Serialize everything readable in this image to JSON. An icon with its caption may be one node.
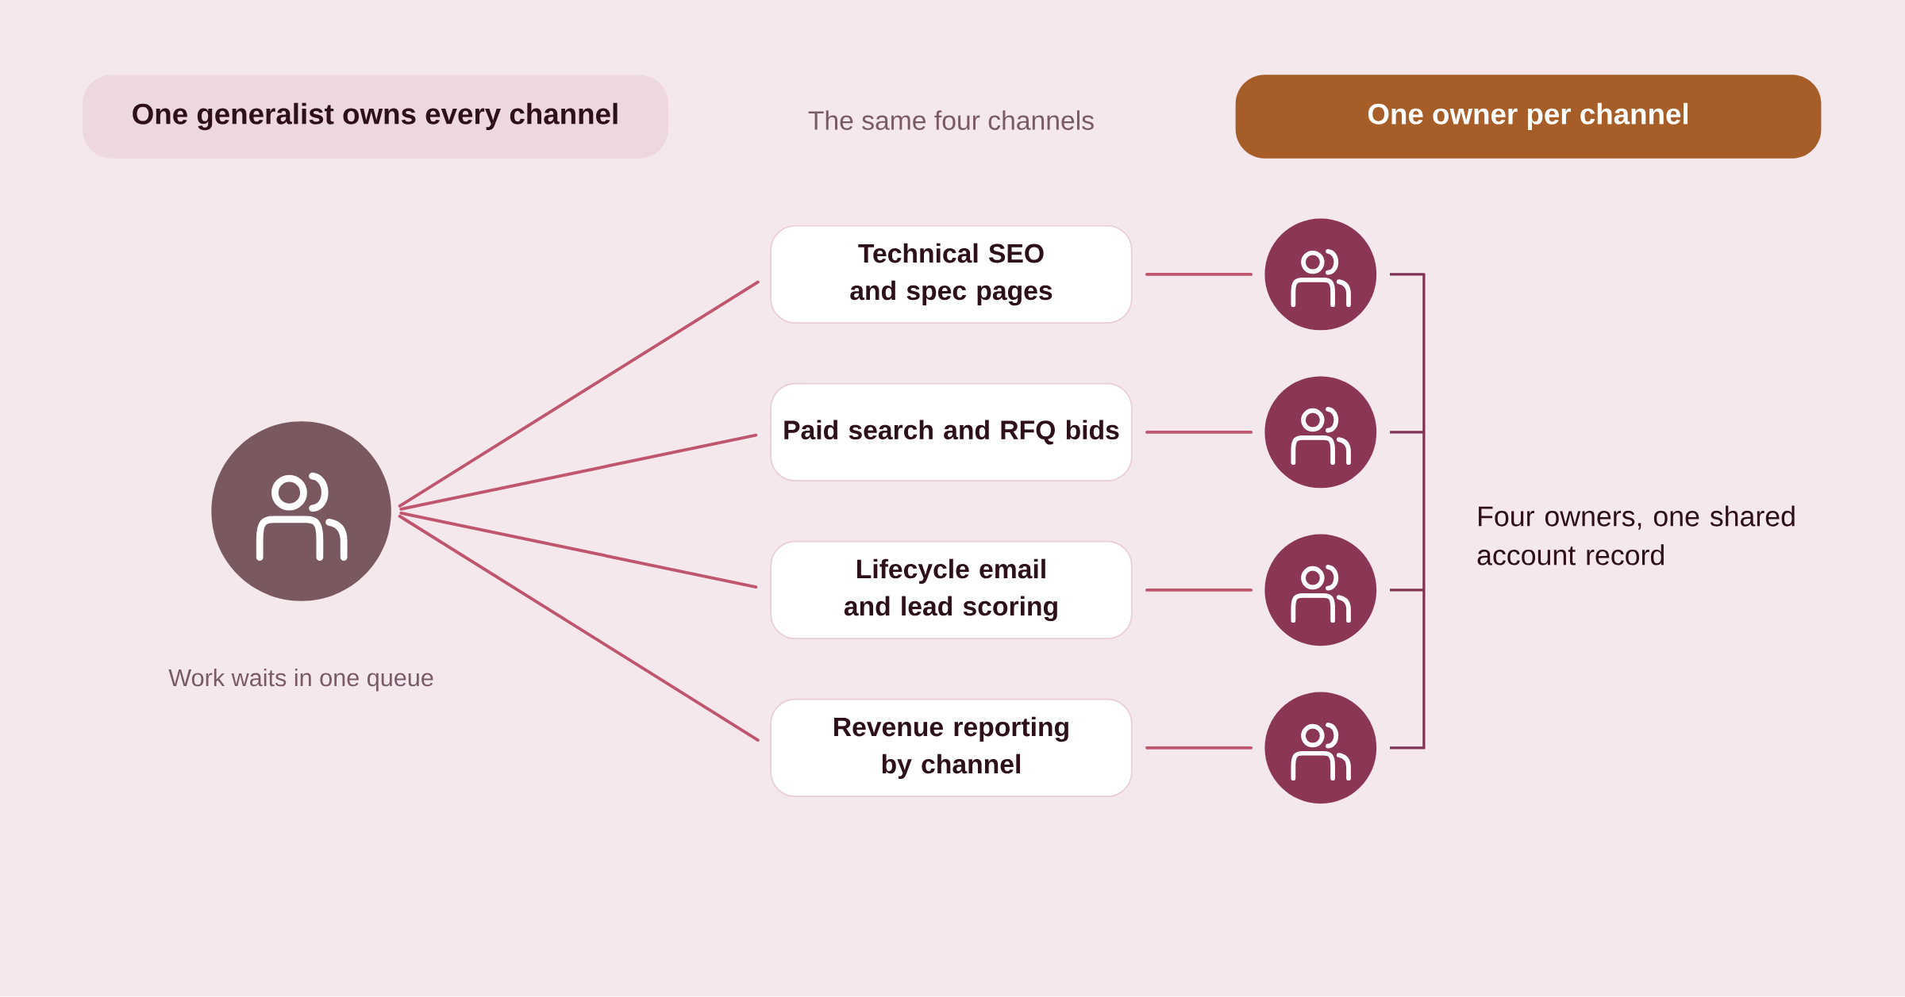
{
  "diagram": {
    "nodes": [
      {
        "text": [
          "One generalist owns every channel"
        ]
      },
      {
        "text": [
          "One owner per channel"
        ]
      },
      {
        "text": [],
        "shape": "circle",
        "beside": [
          "Work waits in one queue"
        ]
      },
      {
        "text": [
          "Technical SEO and spec pages"
        ]
      },
      {
        "text": [
          "Paid search and RFQ bids"
        ]
      },
      {
        "text": [
          "Lifecycle email and lead scoring"
        ]
      },
      {
        "text": [
          "Revenue reporting by channel"
        ]
      },
      {
        "text": [],
        "shape": "circle"
      },
      {
        "text": [],
        "shape": "circle"
      },
      {
        "text": [],
        "shape": "circle"
      },
      {
        "text": [],
        "shape": "circle"
      }
    ],
    "edges": [
      {
        "from": 2,
        "to": 3,
        "arrow": "none"
      },
      {
        "from": 2,
        "to": 4,
        "arrow": "none"
      },
      {
        "from": 2,
        "to": 5,
        "arrow": "none"
      },
      {
        "from": 2,
        "to": 6,
        "arrow": "none"
      },
      {
        "from": 3,
        "to": 7,
        "arrow": "none"
      },
      {
        "from": 4,
        "to": 8,
        "arrow": "none"
      },
      {
        "from": 5,
        "to": 9,
        "arrow": "none"
      },
      {
        "from": 6,
        "to": 10,
        "arrow": "none"
      }
    ],
    "labels": [
      "The same four channels",
      "Four owners, one shared account record"
    ]
  }
}
